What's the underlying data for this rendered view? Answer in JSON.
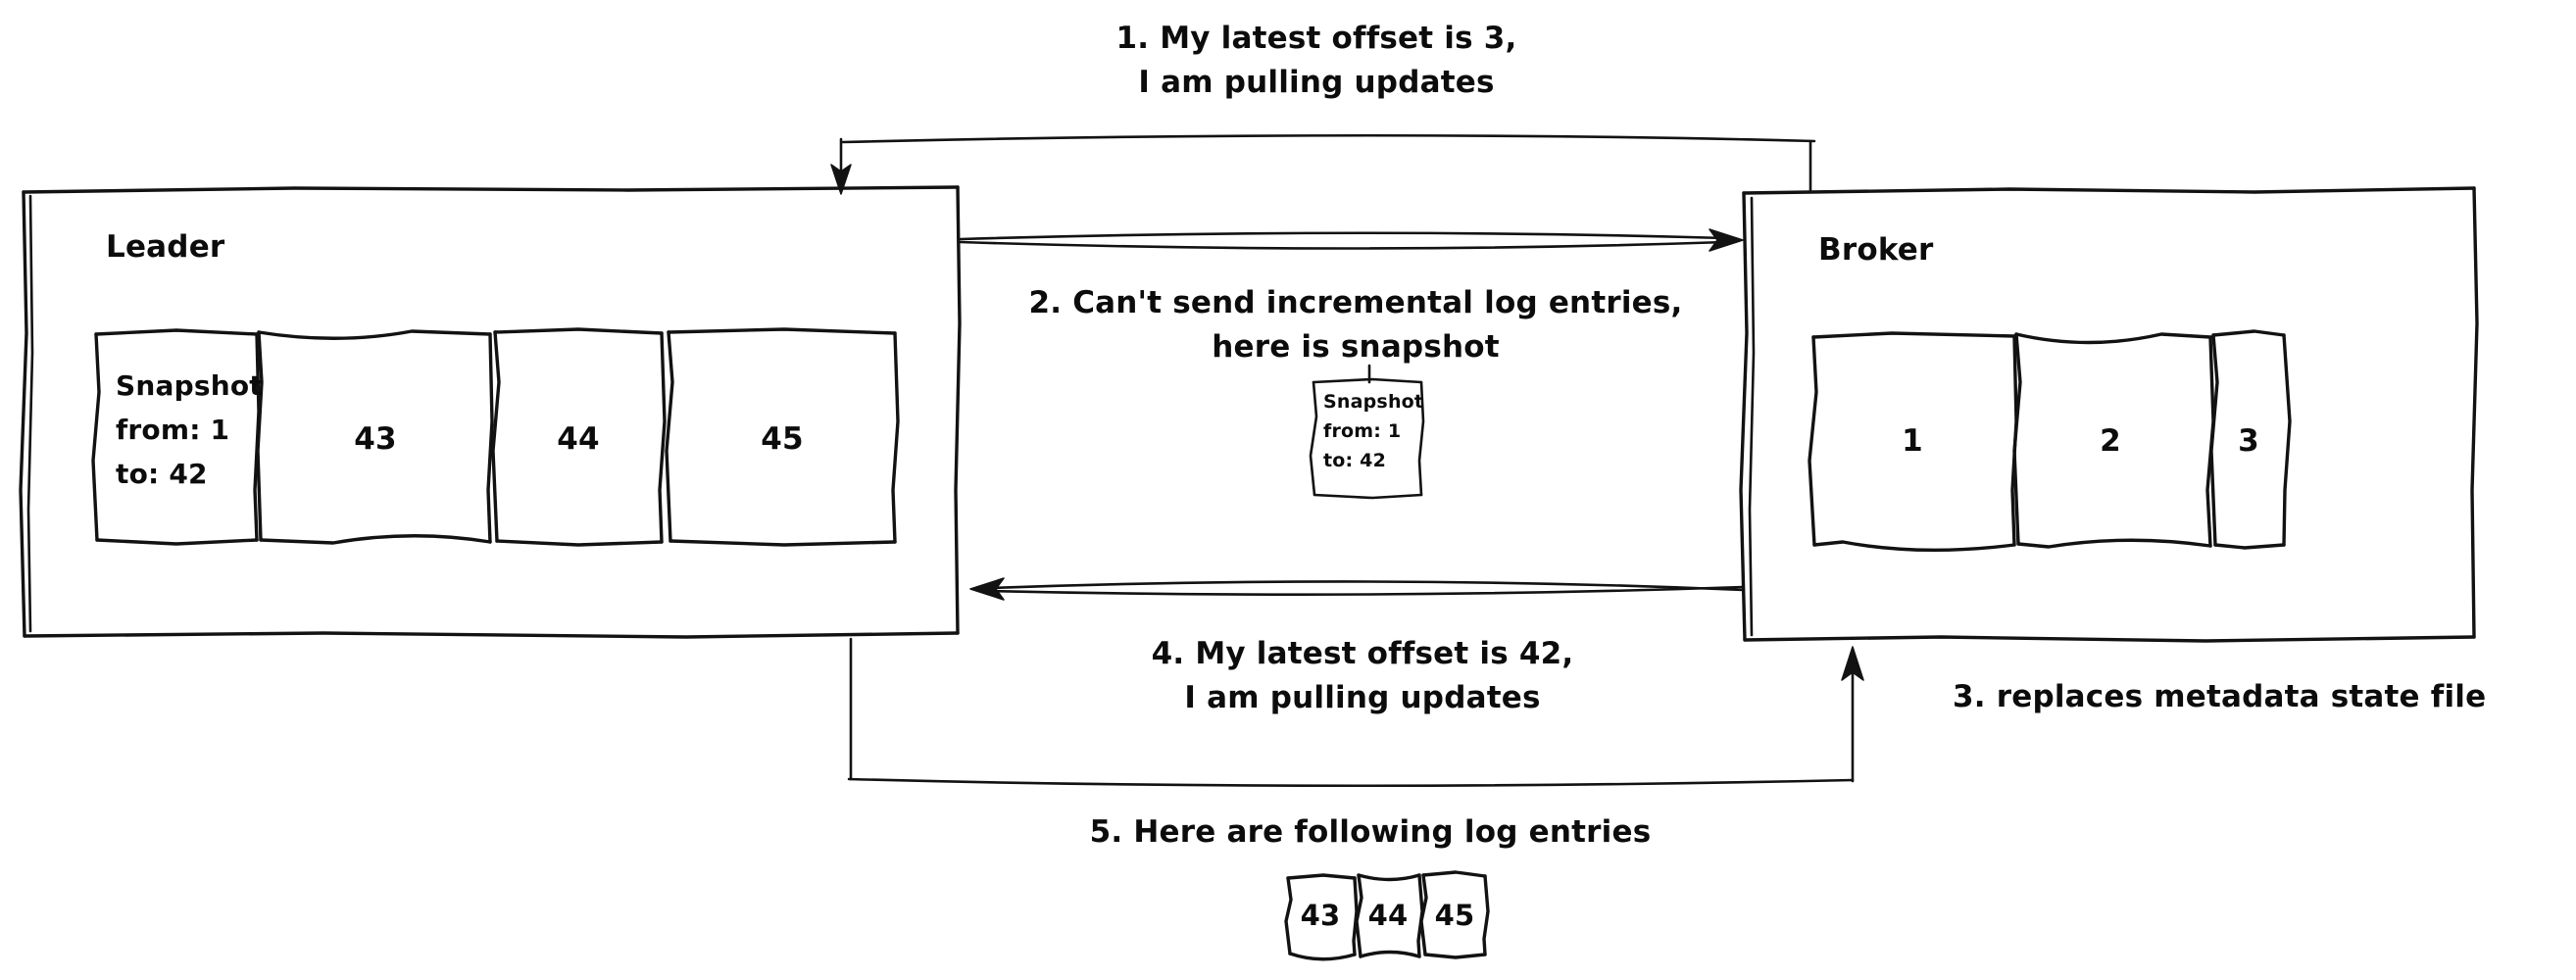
{
  "diagram": {
    "title_text": "",
    "stroke_color": "#121212",
    "background_color": "#ffffff",
    "nodes": {
      "leader": {
        "title": "Leader",
        "log_cells": [
          {
            "line1": "Snapshot",
            "line2": "from: 1",
            "line3": "to: 42"
          },
          {
            "label": "43"
          },
          {
            "label": "44"
          },
          {
            "label": "45"
          }
        ]
      },
      "broker": {
        "title": "Broker",
        "log_cells": [
          {
            "label": "1"
          },
          {
            "label": "2"
          },
          {
            "label": "3"
          }
        ]
      }
    },
    "edges": [
      {
        "id": "edge-1",
        "label_line1": "1. My latest offset is 3,",
        "label_line2": "I am pulling updates",
        "from": "broker",
        "to": "leader"
      },
      {
        "id": "edge-2",
        "label_line1": "2. Can't send incremental log entries,",
        "label_line2": "here is snapshot",
        "from": "leader",
        "to": "broker"
      },
      {
        "id": "edge-4",
        "label_line1": "4. My latest offset is 42,",
        "label_line2": "I am pulling updates",
        "from": "broker",
        "to": "leader"
      },
      {
        "id": "edge-5",
        "label_line1": "5. Here are following log entries",
        "label_line2": "",
        "from": "leader",
        "to": "broker"
      }
    ],
    "annotations": {
      "step3": "3. replaces metadata state file"
    },
    "payloads": {
      "snapshot_packet": {
        "line1": "Snapshot",
        "line2": "from: 1",
        "line3": "to: 42"
      },
      "log_entries_packet": {
        "cells": [
          "43",
          "44",
          "45"
        ]
      }
    }
  }
}
